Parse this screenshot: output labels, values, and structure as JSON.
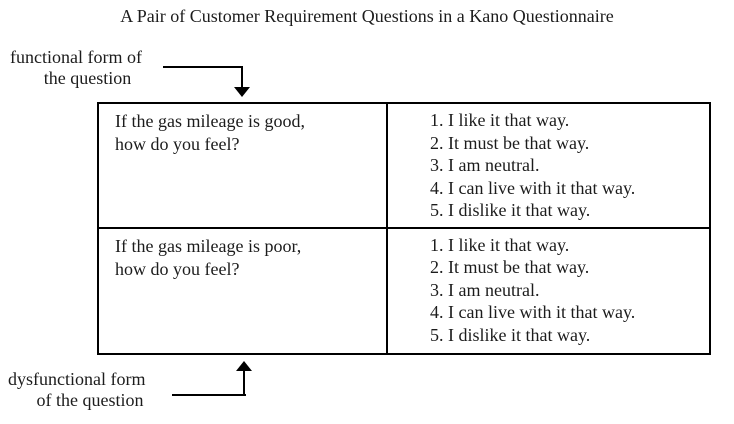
{
  "title": "A Pair of Customer Requirement Questions in a Kano Questionnaire",
  "labels": {
    "functional": {
      "line1": "functional form of",
      "line2": "the question"
    },
    "dysfunctional": {
      "line1": "dysfunctional form",
      "line2": "of the question"
    }
  },
  "table": {
    "rows": [
      {
        "question_line1": "If the gas mileage is good,",
        "question_line2": "how do you feel?",
        "options": [
          "I like it that way.",
          "It must be that way.",
          "I am neutral.",
          "I can live with it that way.",
          "I dislike it that way."
        ]
      },
      {
        "question_line1": "If the gas mileage is poor,",
        "question_line2": "how do you feel?",
        "options": [
          "I like it that way.",
          "It must be that way.",
          "I am neutral.",
          "I can live with it that way.",
          "I dislike it that way."
        ]
      }
    ]
  },
  "colors": {
    "text": "#1c1c1c",
    "line": "#000000"
  }
}
